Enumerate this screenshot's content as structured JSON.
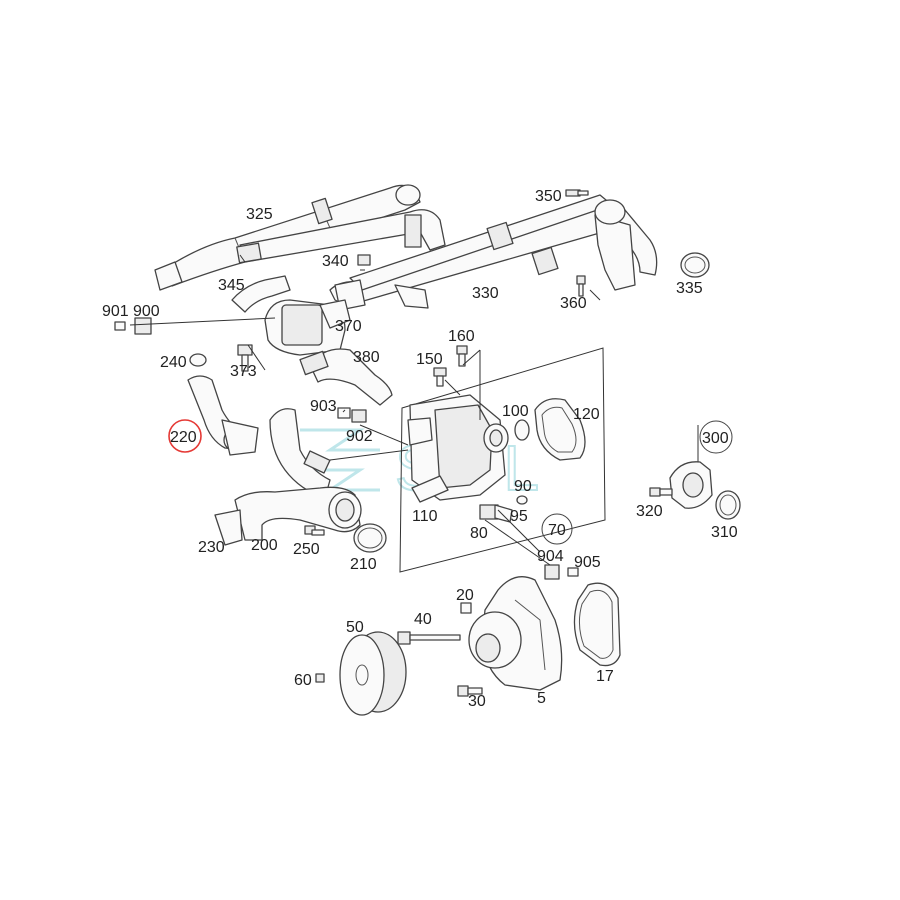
{
  "watermark": "SOL",
  "highlight_color": "#e53935",
  "highlighted_part": "220",
  "labels": {
    "l325": "325",
    "l350": "350",
    "l340": "340",
    "l345": "345",
    "l330": "330",
    "l360": "360",
    "l335": "335",
    "l901": "901",
    "l900": "900",
    "l370": "370",
    "l240": "240",
    "l373": "373",
    "l380": "380",
    "l160": "160",
    "l150": "150",
    "l100": "100",
    "l120": "120",
    "l903": "903",
    "l902": "902",
    "l220": "220",
    "l300": "300",
    "l90": "90",
    "l95": "95",
    "l110": "110",
    "l80": "80",
    "l70": "70",
    "l320": "320",
    "l310": "310",
    "l230": "230",
    "l200": "200",
    "l250": "250",
    "l210": "210",
    "l904": "904",
    "l905": "905",
    "l20": "20",
    "l40": "40",
    "l50": "50",
    "l60": "60",
    "l30": "30",
    "l5": "5",
    "l17": "17"
  }
}
